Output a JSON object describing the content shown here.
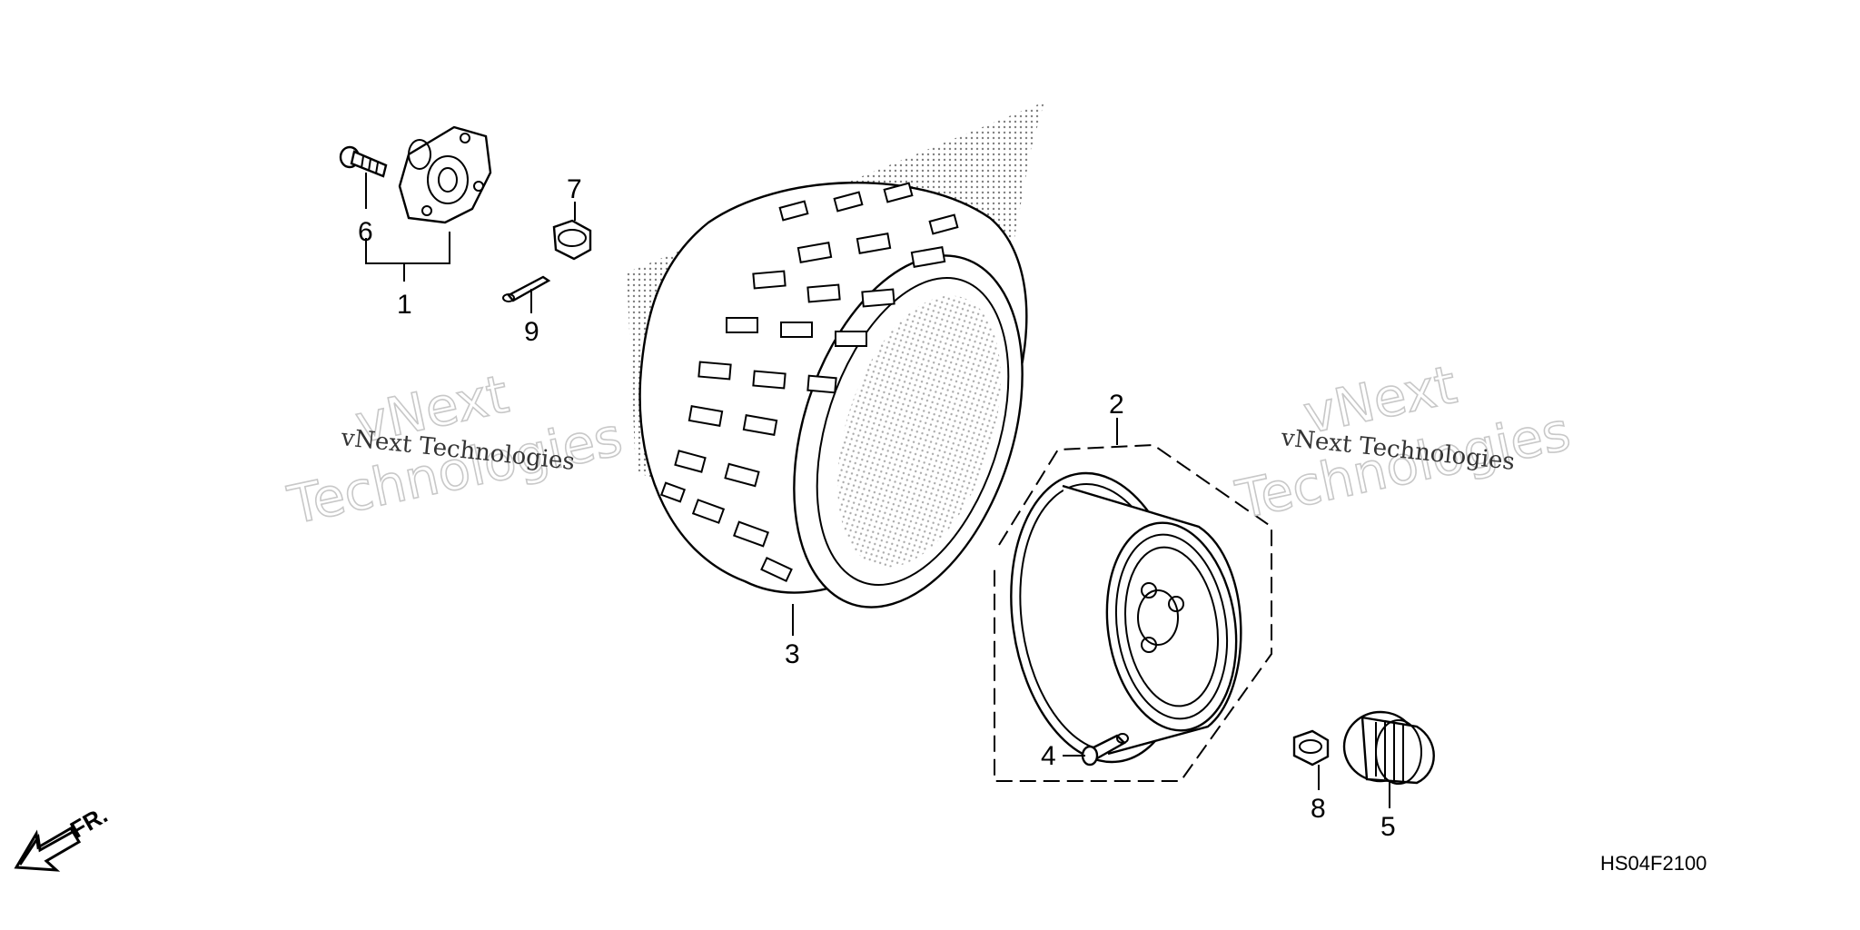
{
  "callouts": {
    "c1": "1",
    "c2": "2",
    "c3": "3",
    "c4": "4",
    "c5": "5",
    "c6": "6",
    "c7": "7",
    "c8": "8",
    "c9": "9"
  },
  "diagram_code": "HS04F2100",
  "direction_label": "FR.",
  "watermarks": {
    "small_text": "vNext Technologies",
    "big_line1": "vNext",
    "big_line2": "Technologies"
  },
  "colors": {
    "line": "#000000",
    "shading": "#555555",
    "watermark": "#c8c8c8"
  }
}
